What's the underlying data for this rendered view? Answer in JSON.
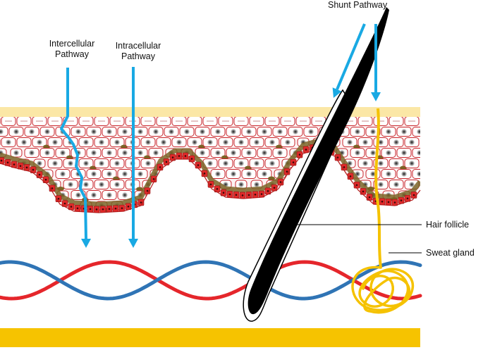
{
  "labels": {
    "intercellular_line1": "Intercellular",
    "intercellular_line2": "Pathway",
    "intracellular_line1": "Intracellular",
    "intracellular_line2": "Pathway",
    "shunt": "Shunt Pathway",
    "hair_follicle": "Hair follicle",
    "sweat_gland": "Sweat gland"
  },
  "colors": {
    "arrow": "#19a9e3",
    "hair": "#000000",
    "sweat_gland": "#f5c200",
    "blood_red": "#e5262b",
    "blood_blue": "#2f74b5",
    "fat_layer": "#f6c300",
    "cell_border": "#c8262c",
    "intercellular_matrix": "#7a6326",
    "nucleus": "#555555",
    "stratum_corneum": "#fbe7a6"
  }
}
